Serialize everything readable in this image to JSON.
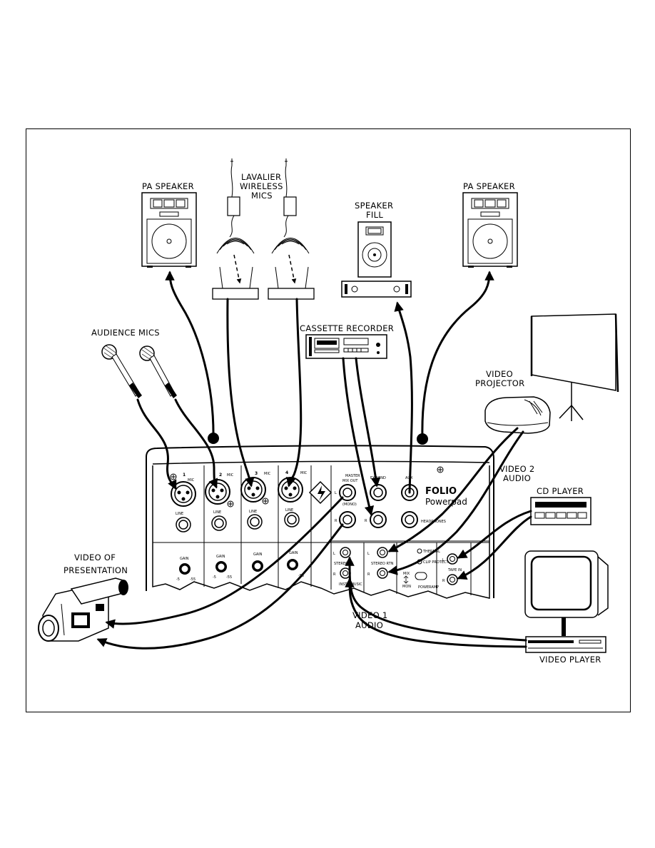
{
  "labels": {
    "pa_speaker_left": "PA SPEAKER",
    "pa_speaker_right": "PA SPEAKER",
    "lavalier_1": "LAVALIER",
    "lavalier_2": "WIRELESS",
    "lavalier_3": "MICS",
    "speaker_fill_1": "SPEAKER",
    "speaker_fill_2": "FILL",
    "audience_mics": "AUDIENCE MICS",
    "cassette_recorder": "CASSETTE RECORDER",
    "video_projector_1": "VIDEO",
    "video_projector_2": "PROJECTOR",
    "video2_audio_1": "VIDEO 2",
    "video2_audio_2": "AUDIO",
    "cd_player": "CD PLAYER",
    "video_of_presentation_1": "VIDEO OF",
    "video_of_presentation_2": "PRESENTATION",
    "video1_audio_1": "VIDEO 1",
    "video1_audio_2": "AUDIO",
    "video_player": "VIDEO PLAYER"
  },
  "mixer": {
    "brand_1": "FOLIO",
    "brand_2": "Powerpad",
    "channels": [
      "1",
      "2",
      "3",
      "4"
    ],
    "mic_label": "MIC",
    "line_label": "LINE",
    "gain_label": "GAIN",
    "gain_min": "-5",
    "gain_max": "-55",
    "master_out_1": "MASTER",
    "master_out_2": "MIX OUT",
    "mono": "(MONO)",
    "fx_label": "FX SEND",
    "aux_label": "AUX",
    "headphones": "HEADPHONES",
    "stereo_in": "STEREO IN",
    "stereo_rtn": "STEREO RTN",
    "instr_music": "INSTR/MUSIC",
    "thermal": "THERMAL",
    "clip_protect": "CLIP PROTECT",
    "mix": "MIX",
    "mon": "MON",
    "power_amp": "POWERAMP",
    "tape_in": "TAPE IN",
    "left": "L",
    "right": "R"
  }
}
